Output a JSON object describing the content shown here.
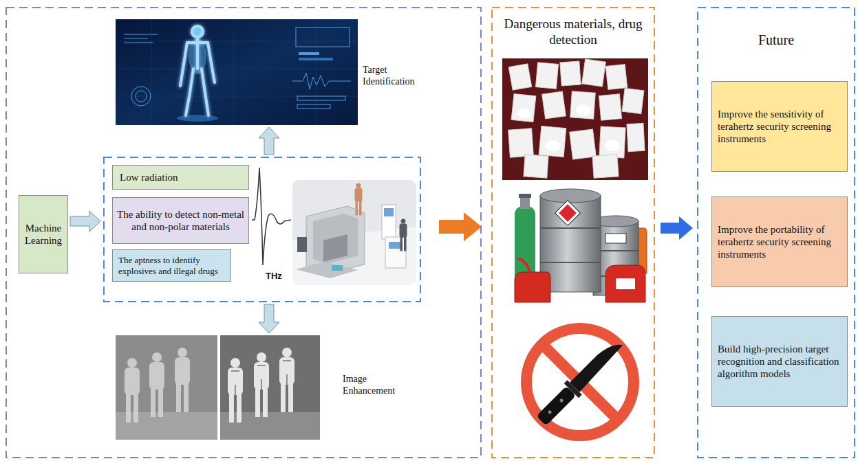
{
  "diagram": {
    "nodes": [
      {
        "text": []
      },
      {
        "text": [
          "Target Identification"
        ],
        "in": 0
      },
      {
        "text": [
          "Machine Learning"
        ],
        "in": 0
      },
      {
        "text": [
          "THz"
        ],
        "in": 0
      },
      {
        "text": [
          "Low radiation"
        ],
        "in": 3
      },
      {
        "text": [
          "The ability to detect non-metal and non-polar materials"
        ],
        "in": 3
      },
      {
        "text": [
          "The aptness to identify explosives and illegal drugs"
        ],
        "in": 3
      },
      {
        "text": [
          "Image Enhancement"
        ],
        "in": 0
      },
      {
        "text": [
          "Dangerous materials, drug detection"
        ]
      },
      {
        "text": [
          "Future"
        ]
      },
      {
        "text": [
          "Improve the sensitivity of terahertz security screening instruments"
        ],
        "in": 9
      },
      {
        "text": [
          "Improve the portability of terahertz security screening instruments"
        ],
        "in": 9
      },
      {
        "text": [
          "Build high-precision target recognition and classification algorithm models"
        ],
        "in": 9
      }
    ],
    "edges": [
      {
        "from": 2,
        "to": 3,
        "arrow": "to"
      },
      {
        "from": 3,
        "to": 1,
        "arrow": "to"
      },
      {
        "from": 3,
        "to": 7,
        "arrow": "to"
      },
      {
        "from": 3,
        "to": 8,
        "arrow": "to"
      },
      {
        "from": 8,
        "to": 9,
        "arrow": "to"
      }
    ]
  }
}
